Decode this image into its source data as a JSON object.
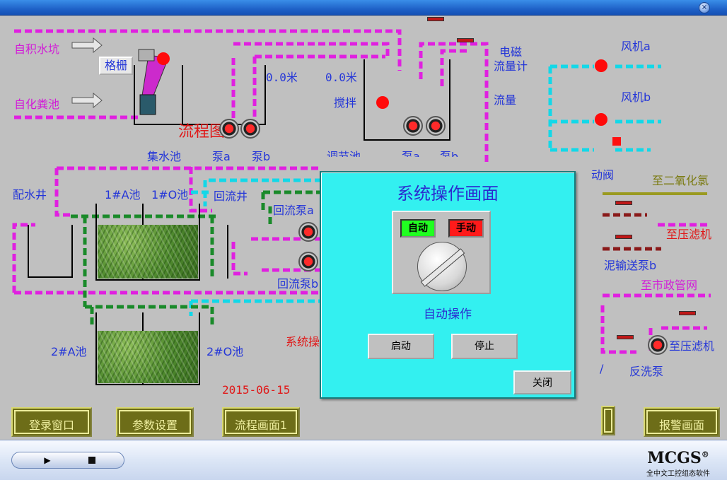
{
  "window": {
    "close_glyph": "×"
  },
  "labels": {
    "self_pit": "自积水坑",
    "self_septic": "自化粪池",
    "grille": "格栅",
    "flow_diagram": "流程图",
    "collect_pool": "集水池",
    "pump_a": "泵a",
    "pump_b": "泵b",
    "level_1": "0.0米",
    "level_2": "0.0米",
    "stir": "搅拌",
    "adjust_pool": "调节池",
    "pump_a2": "泵a",
    "pump_b2": "泵b",
    "em_flowmeter": "电磁\n流量计",
    "flow": "流量",
    "fan_a": "风机a",
    "fan_b": "风机b",
    "valve": "动阀",
    "to_chlorine": "至二氧化氯",
    "to_filter_press": "至压滤机",
    "sludge_pump_b": "泥输送泵b",
    "to_municipal": "至市政管网",
    "to_filter_press_2": "至压滤机",
    "backwash_pump": "反洗泵",
    "dist_well": "配水井",
    "pool_1a": "1#A池",
    "pool_1o": "1#O池",
    "return_well": "回流井",
    "return_pump_a": "回流泵a",
    "return_pump_b": "回流泵b",
    "pool_2a": "2#A池",
    "pool_2o": "2#O池",
    "system_op_partial": "系统操",
    "date": "2015-06-15",
    "slash": "/"
  },
  "nav": {
    "login": "登录窗口",
    "params": "参数设置",
    "flow1": "流程画面1",
    "alarm": "报警画面"
  },
  "dialog": {
    "title": "系统操作画面",
    "auto": "自动",
    "manual": "手动",
    "mode_text": "自动操作",
    "start": "启动",
    "stop": "停止",
    "close": "关闭"
  },
  "taskbar": {
    "play_glyph": "▶",
    "brand": "MCGS",
    "registered": "®",
    "brand_sub": "全中文工控组态软件"
  }
}
